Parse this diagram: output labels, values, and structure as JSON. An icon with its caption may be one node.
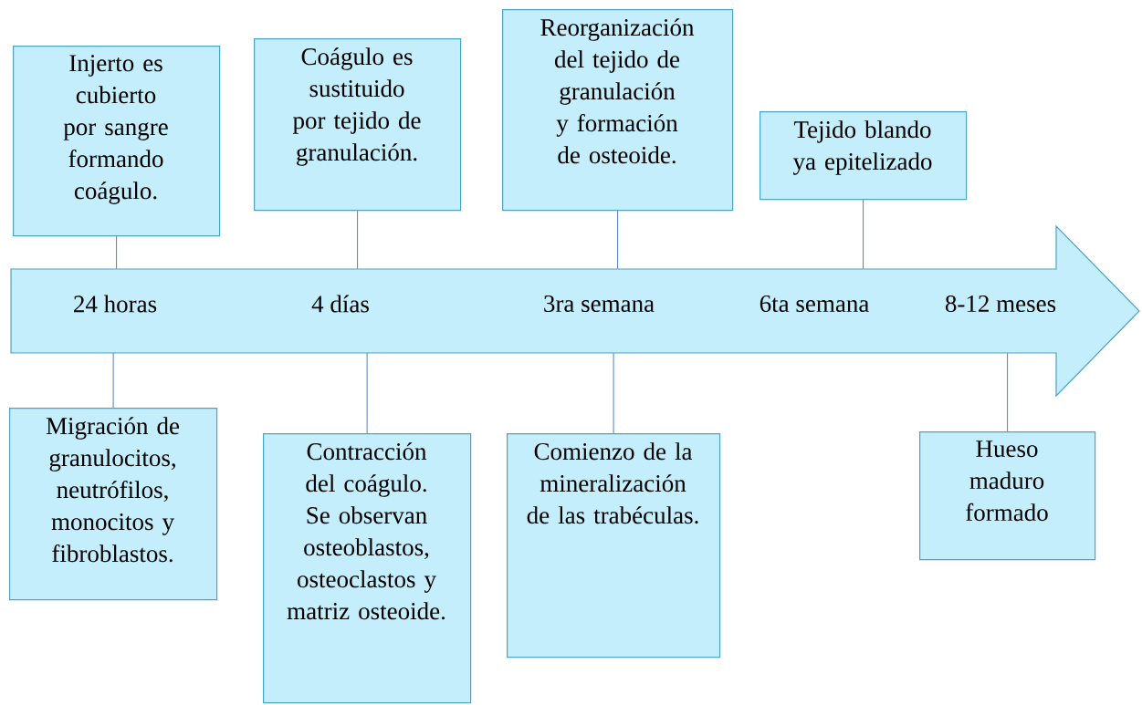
{
  "diagram": {
    "nodes": [
      {
        "text": [
          "24 horas",
          "4 días",
          "3ra semana",
          "6ta semana",
          "8-12 meses"
        ]
      },
      {
        "text": [
          "Injerto es cubierto por sangre formando coágulo."
        ]
      },
      {
        "text": [
          "Coágulo es sustituido por tejido de granulación."
        ]
      },
      {
        "text": [
          "Reorganización del tejido de granulación y formación de osteoide."
        ]
      },
      {
        "text": [
          "Tejido blando ya epitelizado"
        ]
      },
      {
        "text": [
          "Migración de granulocitos, neutrófilos, monocitos y fibroblastos."
        ]
      },
      {
        "text": [
          "Contracción del coágulo. Se observan osteoblastos, osteoclastos y matriz osteoide."
        ]
      },
      {
        "text": [
          "Comienzo de la mineralización de las trabéculas."
        ]
      },
      {
        "text": [
          "Hueso maduro formado"
        ]
      }
    ],
    "edges": [
      {
        "from": 1,
        "to": 0,
        "arrow": "none"
      },
      {
        "from": 2,
        "to": 0,
        "arrow": "none"
      },
      {
        "from": 3,
        "to": 0,
        "arrow": "none"
      },
      {
        "from": 4,
        "to": 0,
        "arrow": "none"
      },
      {
        "from": 5,
        "to": 0,
        "arrow": "none"
      },
      {
        "from": 6,
        "to": 0,
        "arrow": "none"
      },
      {
        "from": 7,
        "to": 0,
        "arrow": "none"
      },
      {
        "from": 8,
        "to": 0,
        "arrow": "none"
      }
    ]
  }
}
